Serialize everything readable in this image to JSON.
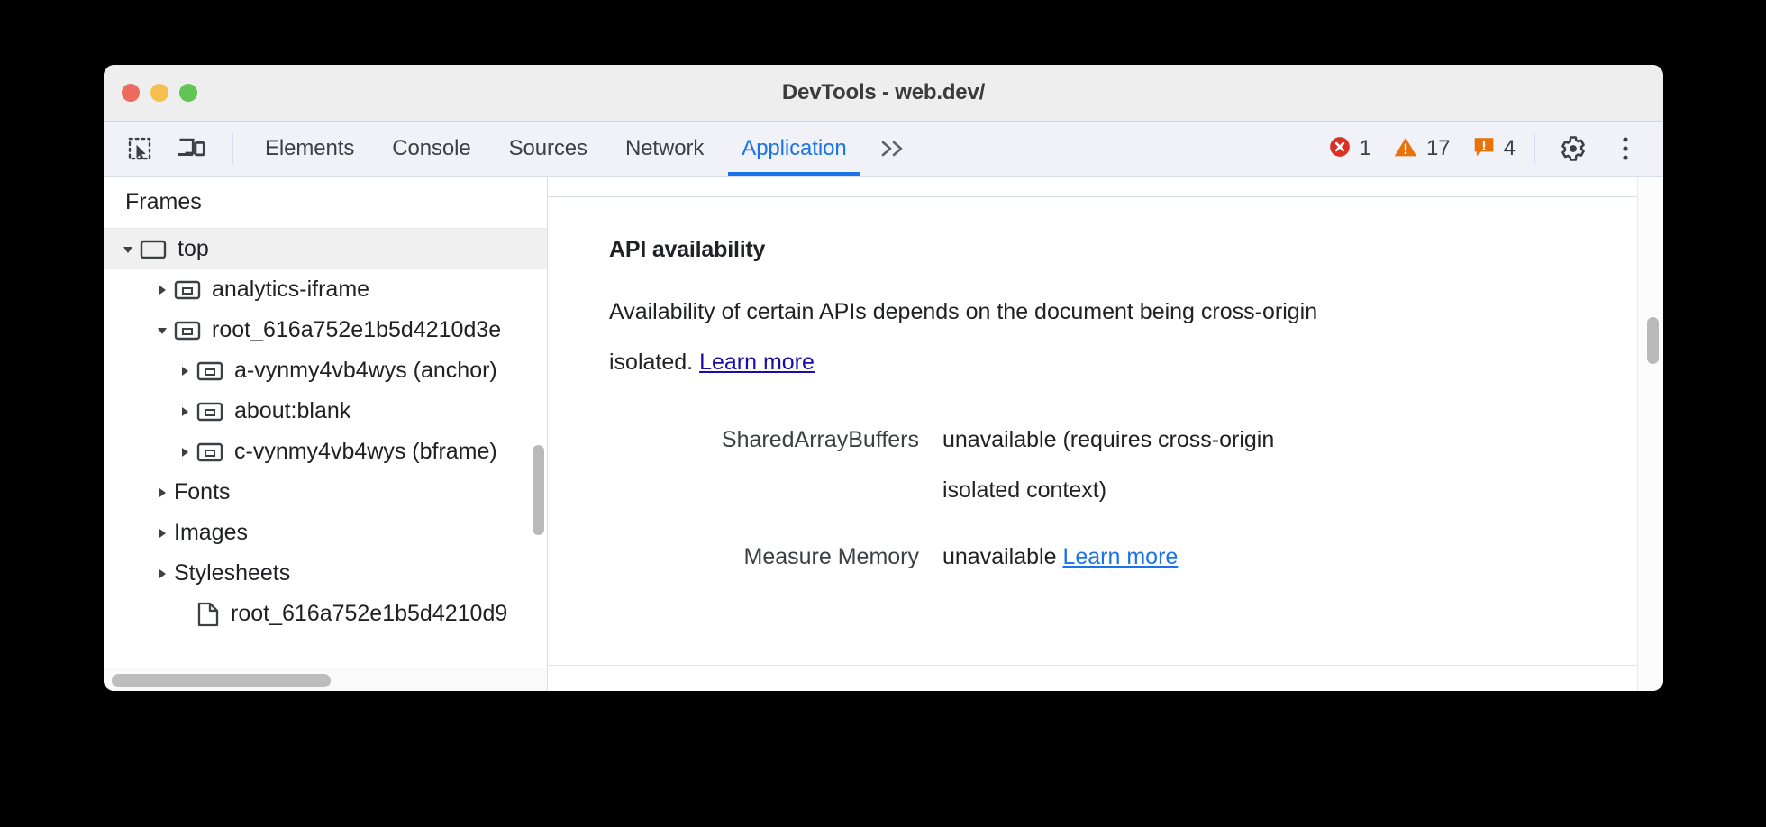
{
  "window": {
    "title": "DevTools - web.dev/",
    "traffic_lights": [
      "close",
      "minimize",
      "maximize"
    ]
  },
  "toolbar": {
    "inspect_icon": "inspect-element-icon",
    "device_icon": "device-toolbar-icon",
    "tabs": [
      {
        "label": "Elements",
        "active": false
      },
      {
        "label": "Console",
        "active": false
      },
      {
        "label": "Sources",
        "active": false
      },
      {
        "label": "Network",
        "active": false
      },
      {
        "label": "Application",
        "active": true
      }
    ],
    "more_tabs_label": "»",
    "status": {
      "error_count": "1",
      "warning_count": "17",
      "issue_count": "4",
      "error_color": "#d93025",
      "warning_color": "#e8710a",
      "issue_color": "#e8710a"
    },
    "settings_icon": "gear-icon",
    "more_options_icon": "three-dot-menu-icon"
  },
  "sidebar": {
    "header": "Frames",
    "tree": [
      {
        "label": "top",
        "depth": 0,
        "arrow": "down",
        "icon": "frame-icon",
        "selected": true
      },
      {
        "label": "analytics-iframe",
        "depth": 1,
        "arrow": "right",
        "icon": "iframe-icon",
        "selected": false
      },
      {
        "label": "root_616a752e1b5d4210d3e",
        "depth": 1,
        "arrow": "down",
        "icon": "iframe-icon",
        "selected": false
      },
      {
        "label": "a-vynmy4vb4wys (anchor)",
        "depth": 2,
        "arrow": "right",
        "icon": "iframe-icon",
        "selected": false
      },
      {
        "label": "about:blank",
        "depth": 2,
        "arrow": "right",
        "icon": "iframe-icon",
        "selected": false
      },
      {
        "label": "c-vynmy4vb4wys (bframe)",
        "depth": 2,
        "arrow": "right",
        "icon": "iframe-icon",
        "selected": false
      },
      {
        "label": "Fonts",
        "depth": 1,
        "arrow": "right",
        "icon": "none",
        "selected": false
      },
      {
        "label": "Images",
        "depth": 1,
        "arrow": "right",
        "icon": "none",
        "selected": false
      },
      {
        "label": "Stylesheets",
        "depth": 1,
        "arrow": "right",
        "icon": "none",
        "selected": false
      },
      {
        "label": "root_616a752e1b5d4210d9",
        "depth": 2,
        "arrow": "none",
        "icon": "document-icon",
        "selected": false
      }
    ]
  },
  "main": {
    "section_title": "API availability",
    "intro_part1": "Availability of certain APIs depends on the document being cross-origin isolated. ",
    "intro_link": "Learn more",
    "rows": [
      {
        "key": "SharedArrayBuffers",
        "value": "unavailable",
        "note": "(requires cross-origin isolated context)",
        "link": ""
      },
      {
        "key": "Measure Memory",
        "value": "unavailable",
        "note": "",
        "link": "Learn more"
      }
    ]
  }
}
